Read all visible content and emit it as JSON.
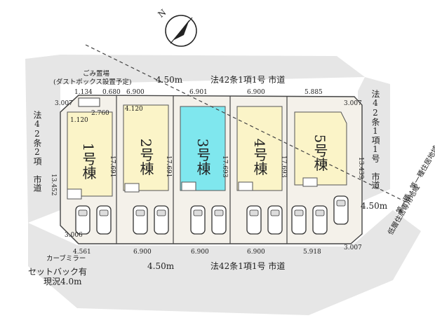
{
  "compass": {
    "label": "N"
  },
  "roads": {
    "top": "法42条1項1号 市道",
    "bottom": "法42条1項1号 市道",
    "left": "法42条2項 市道",
    "right": "法42条1項1号 市道",
    "width_top": "4.50m",
    "width_bottom": "4.50m",
    "width_right": "4.50m"
  },
  "zone": {
    "label": "第一種・第一種住居地域",
    "label2": "低層住居専用地域"
  },
  "notes": {
    "garbage_line1": "ごみ置場",
    "garbage_line2": "(ダストボックス設置予定)",
    "mirror": "カーブミラー",
    "setback_line1": "セットバック有",
    "setback_line2": "現況4.0m"
  },
  "houses": [
    {
      "label": "1号棟",
      "color": "#fbf4c8"
    },
    {
      "label": "2号棟",
      "color": "#fbf4c8"
    },
    {
      "label": "3号棟",
      "color": "#7fe7ee"
    },
    {
      "label": "4号棟",
      "color": "#fbf4c8"
    },
    {
      "label": "5号棟",
      "color": "#fbf4c8"
    }
  ],
  "dimensions": {
    "top": [
      "1.134",
      "0.680",
      "6.900",
      "6.901",
      "6.900",
      "5.885"
    ],
    "bottom": [
      "4.561",
      "6.900",
      "6.900",
      "6.900",
      "5.918"
    ],
    "depths": [
      "13.452",
      "17.691",
      "17.691",
      "17.693",
      "17.693",
      "13.439"
    ],
    "corners": [
      "3.007",
      "3.007",
      "3.006",
      "3.007"
    ],
    "misc": [
      "1.120",
      "2.760",
      "4.120"
    ]
  },
  "colors": {
    "lot": "#eeeeee",
    "yard": "#f6efe4",
    "lot_line": "#555555"
  }
}
